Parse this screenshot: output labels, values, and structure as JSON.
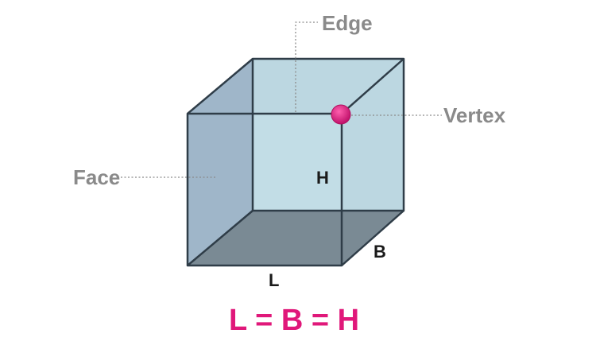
{
  "labels": {
    "edge": "Edge",
    "vertex": "Vertex",
    "face": "Face",
    "height": "H",
    "breadth": "B",
    "length": "L"
  },
  "formula": "L = B = H",
  "colors": {
    "callout_text": "#8a8a8a",
    "leader_line": "#8a8a8a",
    "cube_edge": "#2f3d48",
    "back_face": "#c2dde6",
    "left_face": "#9fb6c9",
    "bottom_face": "#7a8a94",
    "vertex_marker": "#e0187a",
    "dimension_text": "#1a1a1a",
    "formula_text": "#e0187a"
  }
}
